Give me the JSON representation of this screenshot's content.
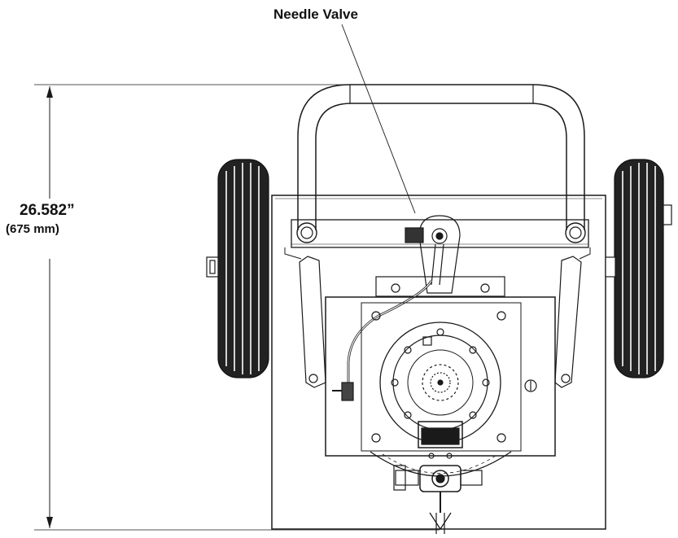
{
  "labels": {
    "callout": "Needle Valve",
    "dimension_imperial": "26.582”",
    "dimension_metric": "(675 mm)"
  },
  "colors": {
    "line": "#1a1a1a",
    "tire": "#222222",
    "background": "#ffffff"
  }
}
